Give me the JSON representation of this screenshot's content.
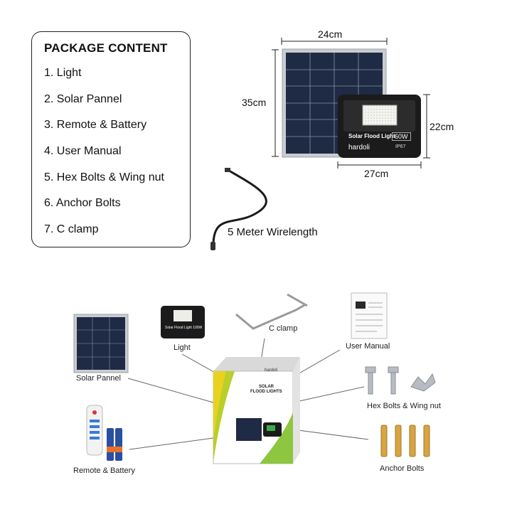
{
  "package": {
    "title": "PACKAGE CONTENT",
    "items": [
      "1. Light",
      "2. Solar Pannel",
      "3. Remote & Battery",
      "4. User Manual",
      "5. Hex Bolts & Wing nut",
      "6. Anchor Bolts",
      "7. C clamp"
    ]
  },
  "dimensions": {
    "panel_width": "24cm",
    "panel_height": "35cm",
    "light_height": "22cm",
    "light_width": "27cm"
  },
  "product_light": {
    "brand": "hardoli",
    "label": "Solar Flood Light",
    "wattage": "60W",
    "rating": "IP67"
  },
  "wire_label": "5 Meter Wirelength",
  "diagram": {
    "solar_panel": "Solar Pannel",
    "light": "Light",
    "c_clamp": "C clamp",
    "user_manual": "User Manual",
    "hex_bolts": "Hex Bolts & Wing nut",
    "remote_battery": "Remote & Battery",
    "anchor_bolts": "Anchor Bolts"
  },
  "box_print": {
    "brand": "hardoli",
    "line1": "SOLAR",
    "line2": "FLOOD LIGHTS"
  },
  "small_light_label": "Solar Flood Light 100W"
}
